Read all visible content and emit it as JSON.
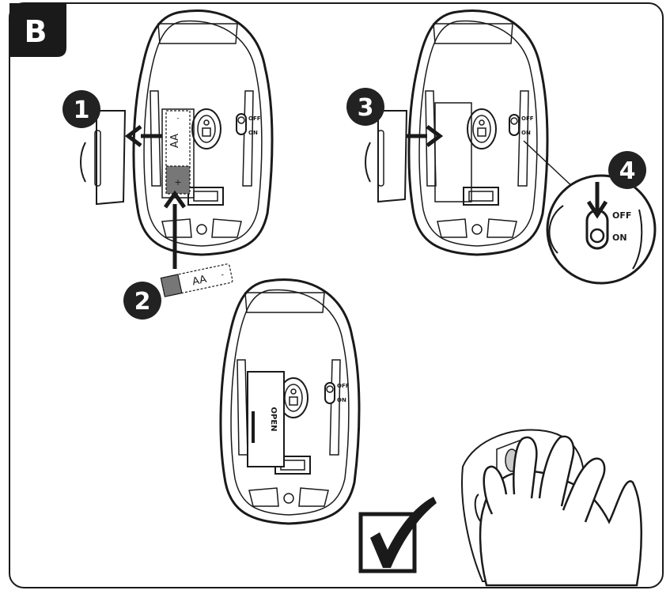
{
  "panel": {
    "label": "B"
  },
  "steps": [
    {
      "number": "1"
    },
    {
      "number": "2"
    },
    {
      "number": "3"
    },
    {
      "number": "4"
    }
  ],
  "battery": {
    "type_label": "AA",
    "plus_sign": "+",
    "minus_sign": "-"
  },
  "switch": {
    "off_label": "OFF",
    "on_label": "ON"
  },
  "cover": {
    "open_label": "OPEN"
  },
  "colors": {
    "ink": "#1a1a1a",
    "badge": "#222222",
    "battery_cap": "#777777"
  }
}
